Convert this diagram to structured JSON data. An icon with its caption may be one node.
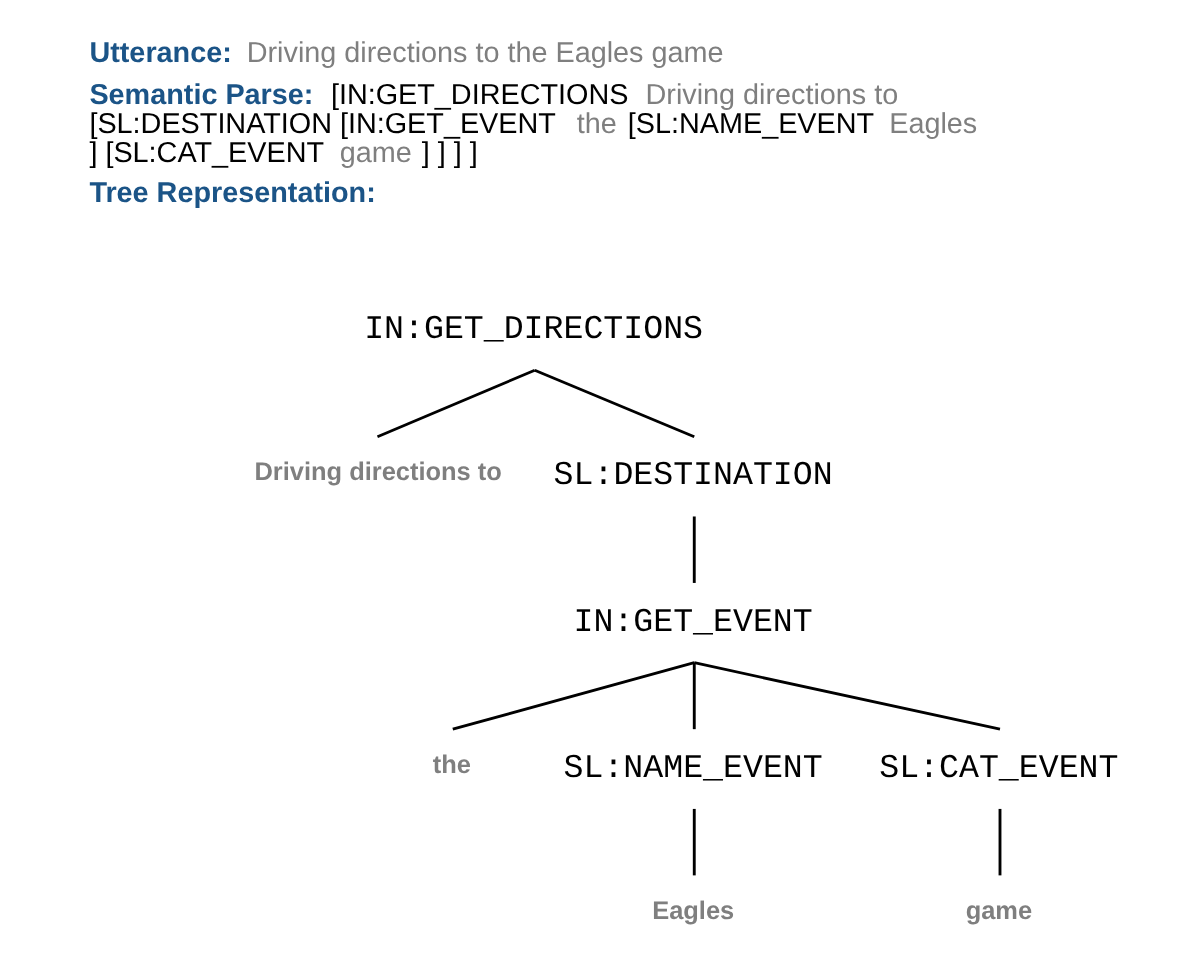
{
  "diagram": {
    "nodes": [
      {
        "text": [
          "IN:GET_DIRECTIONS"
        ]
      },
      {
        "text": [
          "Driving directions to"
        ]
      },
      {
        "text": [
          "SL:DESTINATION"
        ]
      },
      {
        "text": [
          "IN:GET_EVENT"
        ]
      },
      {
        "text": [
          "the"
        ]
      },
      {
        "text": [
          "SL:NAME_EVENT"
        ]
      },
      {
        "text": [
          "SL:CAT_EVENT"
        ]
      },
      {
        "text": [
          "Eagles"
        ]
      },
      {
        "text": [
          "game"
        ]
      }
    ],
    "edges": [
      {
        "from": 0,
        "to": 1,
        "arrow": "none"
      },
      {
        "from": 0,
        "to": 2,
        "arrow": "none"
      },
      {
        "from": 2,
        "to": 3,
        "arrow": "none"
      },
      {
        "from": 3,
        "to": 4,
        "arrow": "none"
      },
      {
        "from": 3,
        "to": 5,
        "arrow": "none"
      },
      {
        "from": 3,
        "to": 6,
        "arrow": "none"
      },
      {
        "from": 5,
        "to": 7,
        "arrow": "none"
      },
      {
        "from": 6,
        "to": 8,
        "arrow": "none"
      }
    ],
    "labels": [
      "Utterance:",
      "Driving directions to the Eagles game",
      "Semantic Parse:",
      "[IN:GET_DIRECTIONS",
      "Driving directions to",
      "[SL:DESTINATION [IN:GET_EVENT",
      "the",
      "[SL:NAME_EVENT",
      "Eagles",
      "] [SL:CAT_EVENT",
      "game",
      "] ] ] ]",
      "Tree Representation:"
    ]
  }
}
